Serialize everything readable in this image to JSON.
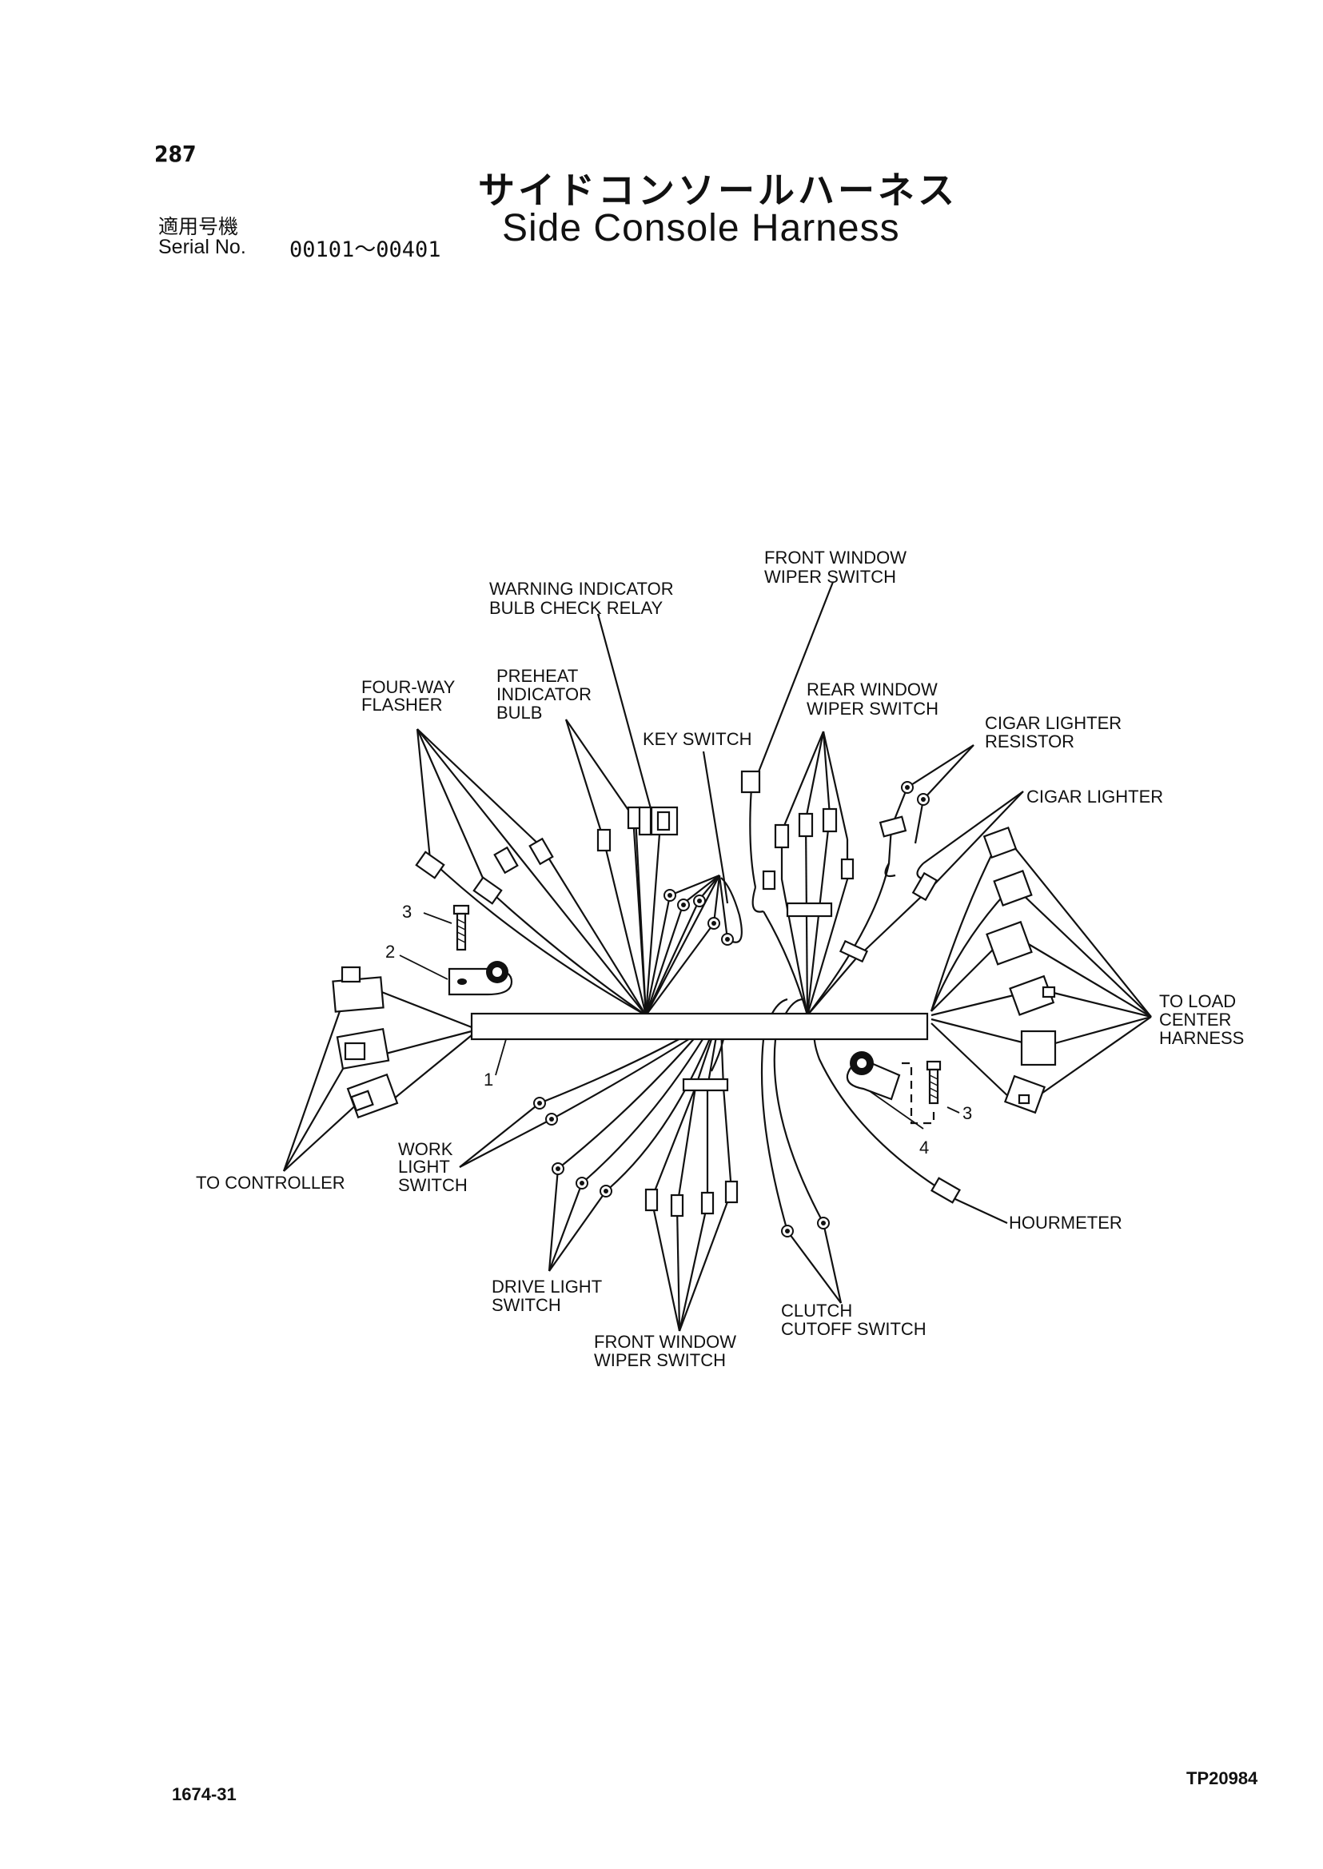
{
  "header": {
    "page_number": "287",
    "title_ja": "サイドコンソールハーネス",
    "title_en": "Side Console Harness",
    "serial_label_ja": "適用号機",
    "serial_label_en": "Serial No.",
    "serial_range": "00101～00401"
  },
  "diagram": {
    "labels": {
      "warning_indicator": [
        "WARNING INDICATOR",
        "BULB CHECK RELAY"
      ],
      "front_window_wiper_top": [
        "FRONT WINDOW",
        "WIPER SWITCH"
      ],
      "four_way_flasher": [
        "FOUR-WAY",
        "FLASHER"
      ],
      "preheat_indicator": [
        "PREHEAT",
        "INDICATOR",
        "BULB"
      ],
      "key_switch": [
        "KEY SWITCH"
      ],
      "rear_window_wiper": [
        "REAR WINDOW",
        "WIPER SWITCH"
      ],
      "cigar_lighter_resistor": [
        "CIGAR LIGHTER",
        "RESISTOR"
      ],
      "cigar_lighter": [
        "CIGAR LIGHTER"
      ],
      "to_load_center": [
        "TO LOAD",
        "CENTER",
        "HARNESS"
      ],
      "to_controller": [
        "TO CONTROLLER"
      ],
      "work_light": [
        "WORK",
        "LIGHT",
        "SWITCH"
      ],
      "drive_light": [
        "DRIVE LIGHT",
        "SWITCH"
      ],
      "front_window_wiper_bottom": [
        "FRONT WINDOW",
        "WIPER SWITCH"
      ],
      "clutch_cutoff": [
        "CLUTCH",
        "CUTOFF SWITCH"
      ],
      "hourmeter": [
        "HOURMETER"
      ]
    },
    "callouts": {
      "harness": "1",
      "clamp_left": "2",
      "bolt_left": "3",
      "bolt_right": "3",
      "clamp_right": "4"
    }
  },
  "footer": {
    "left": "1674-31",
    "right": "TP20984"
  }
}
